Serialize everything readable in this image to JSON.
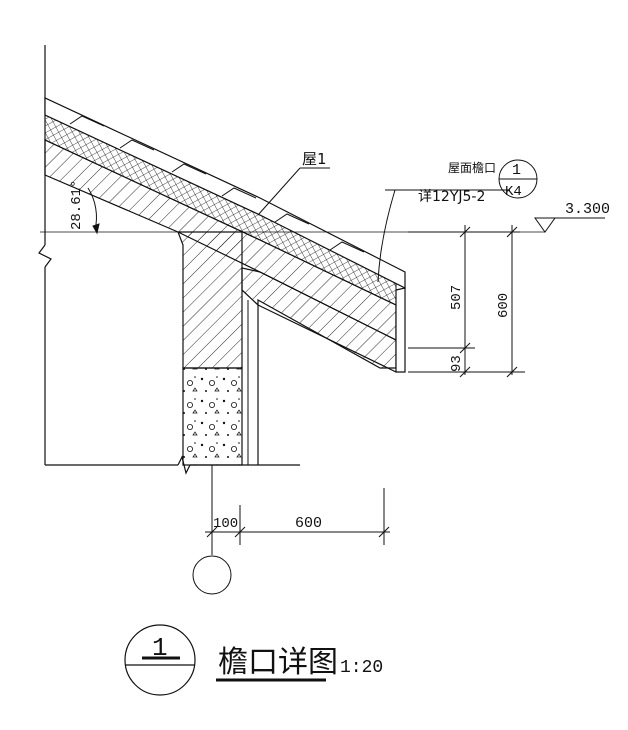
{
  "drawing": {
    "title": "檐口详图",
    "scale": "1:20",
    "detail_symbol": {
      "top": "1",
      "bottom": ""
    },
    "layer_label": "屋1",
    "ref_label": "屋面檐口",
    "ref_code": "详12YJ5-2",
    "ref_symbol": {
      "top": "1",
      "bottom": "K4"
    },
    "elevation": "3.300",
    "angle": "28.61°",
    "dims": {
      "v_507": "507",
      "v_93": "93",
      "v_600": "600",
      "h_100": "100",
      "h_600": "600"
    },
    "colors": {
      "line": "#111111",
      "paper": "#ffffff"
    }
  }
}
